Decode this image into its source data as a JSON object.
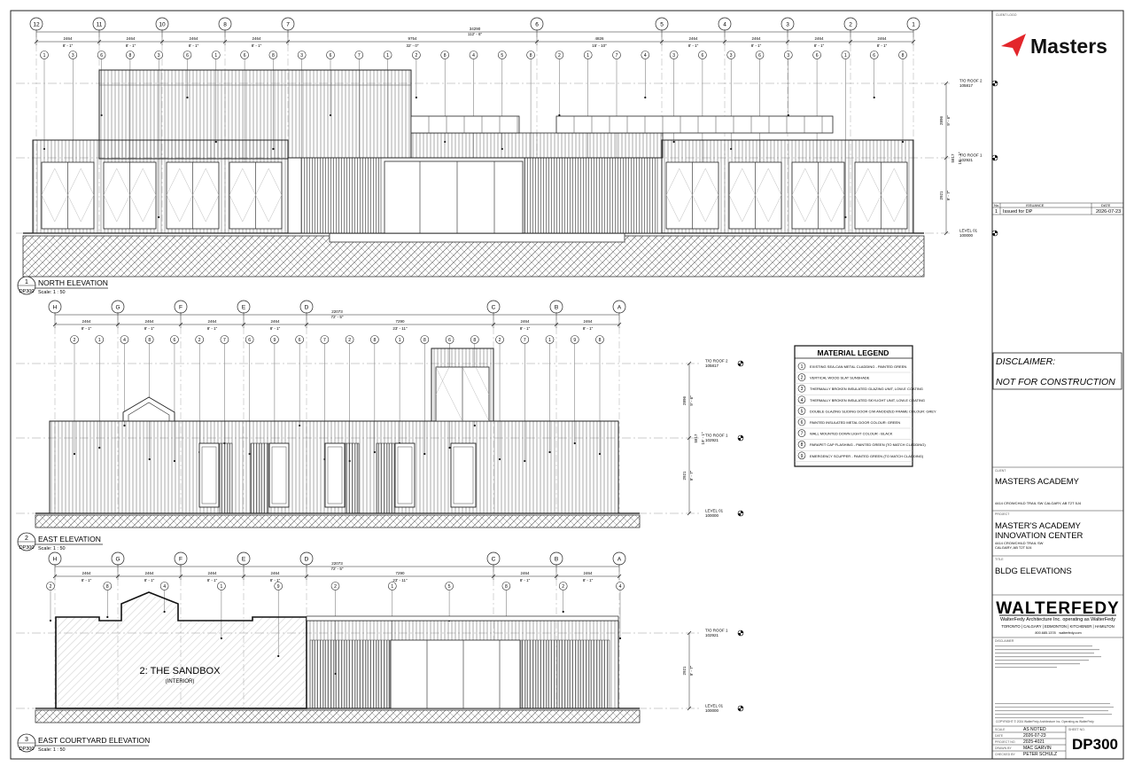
{
  "client_logo_label": "CLIENT LOGO",
  "client_logo_text": "Masters",
  "grids_north": [
    "12",
    "11",
    "10",
    "8",
    "7",
    "6",
    "5",
    "4",
    "3",
    "2",
    "1"
  ],
  "grids_east": [
    "H",
    "G",
    "F",
    "E",
    "D",
    "C",
    "B",
    "A"
  ],
  "north": {
    "title": "NORTH ELEVATION",
    "number": "1",
    "sheet": "DP300",
    "scale": "Scale:  1 : 50",
    "overall_dim_mm": "34290",
    "overall_dim_ft": "112' - 6\"",
    "dims": [
      {
        "mm": "2464",
        "ft": "8' - 1\""
      },
      {
        "mm": "2464",
        "ft": "8' - 1\""
      },
      {
        "mm": "2464",
        "ft": "8' - 1\""
      },
      {
        "mm": "2464",
        "ft": "8' - 1\""
      },
      {
        "mm": "9754",
        "ft": "32' - 0\""
      },
      {
        "mm": "4826",
        "ft": "15' - 10\""
      },
      {
        "mm": "2464",
        "ft": "8' - 1\""
      },
      {
        "mm": "2464",
        "ft": "8' - 1\""
      },
      {
        "mm": "2464",
        "ft": "8' - 1\""
      },
      {
        "mm": "2464",
        "ft": "8' - 1\""
      }
    ],
    "tags": [
      "1",
      "3",
      "6",
      "8",
      "3",
      "6",
      "1",
      "6",
      "8",
      "3",
      "6",
      "7",
      "1",
      "2",
      "8",
      "4",
      "5",
      "8",
      "2",
      "1",
      "7",
      "4",
      "3",
      "6",
      "3",
      "6",
      "3",
      "6",
      "1",
      "6",
      "8"
    ],
    "levels": [
      {
        "name": "T/O ROOF 2",
        "value": "105817"
      },
      {
        "name": "T/O ROOF 1",
        "value": "102921"
      },
      {
        "name": "LEVEL 01",
        "value": "100000"
      }
    ],
    "vdims": [
      {
        "mm": "2896",
        "ft": "9' - 6\""
      },
      {
        "mm": "5817",
        "ft": "19' - 1\""
      },
      {
        "mm": "2921",
        "ft": "9' - 7\""
      }
    ]
  },
  "east": {
    "title": "EAST ELEVATION",
    "number": "2",
    "sheet": "DP300",
    "scale": "Scale:  1 : 50",
    "overall_dim_mm": "22073",
    "overall_dim_ft": "72' - 5\"",
    "dims": [
      {
        "mm": "2464",
        "ft": "8' - 1\""
      },
      {
        "mm": "2464",
        "ft": "8' - 1\""
      },
      {
        "mm": "2464",
        "ft": "8' - 1\""
      },
      {
        "mm": "2464",
        "ft": "8' - 1\""
      },
      {
        "mm": "7290",
        "ft": "23' - 11\""
      },
      {
        "mm": "2464",
        "ft": "8' - 1\""
      },
      {
        "mm": "2464",
        "ft": "8' - 1\""
      }
    ],
    "tags": [
      "2",
      "1",
      "4",
      "8",
      "6",
      "2",
      "7",
      "6",
      "9",
      "6",
      "7",
      "2",
      "8",
      "1",
      "8",
      "6",
      "8",
      "2",
      "7",
      "1",
      "9",
      "8"
    ],
    "levels": [
      {
        "name": "T/O ROOF 2",
        "value": "105817"
      },
      {
        "name": "T/O ROOF 1",
        "value": "102921"
      },
      {
        "name": "LEVEL 01",
        "value": "100000"
      }
    ],
    "vdims": [
      {
        "mm": "2896",
        "ft": "9' - 6\""
      },
      {
        "mm": "5817",
        "ft": "19' - 1\""
      },
      {
        "mm": "2921",
        "ft": "9' - 7\""
      }
    ]
  },
  "courtyard": {
    "title": "EAST COURTYARD ELEVATION",
    "number": "3",
    "sheet": "DP300",
    "scale": "Scale:  1 : 50",
    "overall_dim_mm": "22073",
    "overall_dim_ft": "72' - 5\"",
    "dims": [
      {
        "mm": "2464",
        "ft": "8' - 1\""
      },
      {
        "mm": "2464",
        "ft": "8' - 1\""
      },
      {
        "mm": "2464",
        "ft": "8' - 1\""
      },
      {
        "mm": "2464",
        "ft": "8' - 1\""
      },
      {
        "mm": "7290",
        "ft": "23' - 11\""
      },
      {
        "mm": "2464",
        "ft": "8' - 1\""
      },
      {
        "mm": "2464",
        "ft": "8' - 1\""
      }
    ],
    "tags": [
      "2",
      "8",
      "4",
      "1",
      "9",
      "2",
      "1",
      "5",
      "8",
      "2",
      "4"
    ],
    "sandbox_label": "2: THE SANDBOX",
    "sandbox_sub": "(INTERIOR)",
    "levels": [
      {
        "name": "T/O ROOF 1",
        "value": "102921"
      },
      {
        "name": "LEVEL 01",
        "value": "100000"
      }
    ],
    "vdims": [
      {
        "mm": "2921",
        "ft": "9' - 7\""
      }
    ]
  },
  "legend": {
    "title": "MATERIAL LEGEND",
    "items": [
      {
        "num": "1",
        "text": "EXISTING SEA-CAN METAL CLADDING - PAINTED GREEN"
      },
      {
        "num": "2",
        "text": "VERTICAL WOOD SLAT SUNSHADE"
      },
      {
        "num": "3",
        "text": "THERMALLY BROKEN INSULATED GLAZING UNIT, LOW-E COATING"
      },
      {
        "num": "4",
        "text": "THERMALLY BROKEN INSULATED SKYLIGHT UNIT, LOW-E COATING"
      },
      {
        "num": "5",
        "text": "DOUBLE GLAZING SLIDING DOOR C/W ANODIZED FRAME COLOUR: GREY"
      },
      {
        "num": "6",
        "text": "PAINTED INSULATED METAL DOOR COLOUR: GREEN"
      },
      {
        "num": "7",
        "text": "WALL MOUNTED DOWN LIGHT COLOUR - BLACK"
      },
      {
        "num": "8",
        "text": "PARAPET CAP FLASHING - PAINTED GREEN (TO MATCH CLADDING)"
      },
      {
        "num": "9",
        "text": "EMERGENCY SCUPPER - PAINTED GREEN (TO MATCH CLADDING)"
      }
    ]
  },
  "issuance": {
    "headers": [
      "No.",
      "ISSUANCE",
      "DATE"
    ],
    "rows": [
      {
        "no": "1",
        "issuance": "Issued for DP",
        "date": "2026-07-23"
      }
    ]
  },
  "disclaimer": {
    "title": "DISCLAIMER:",
    "text": "NOT FOR CONSTRUCTION"
  },
  "client": {
    "label": "CLIENT",
    "name": "MASTERS ACADEMY",
    "address": "4414 CROWCHILD TRAIL SW CALGARY, AB T2T 5J4"
  },
  "project": {
    "label": "PROJECT",
    "name_line1": "MASTER'S ACADEMY",
    "name_line2": "INNOVATION CENTER",
    "address_line1": "4414 CROWCHILD TRAIL SW",
    "address_line2": "CALGARY, AB T2T 5J4"
  },
  "title_block": {
    "label": "TITLE",
    "name": "BLDG ELEVATIONS"
  },
  "firm": {
    "name": "WALTERFEDY",
    "tagline": "WalterFedy Architecture Inc. operating as WalterFedy",
    "offices": "TORONTO  |  CALGARY  |  EDMONTON  |  KITCHENER  |  HAMILTON",
    "phone": "800.685.1378",
    "web": "walterfedy.com"
  },
  "fine_print": {
    "disclaimer_label": "DISCLAIMER",
    "copyright": "COPYRIGHT ©  2024 WalterFedy Architecture Inc. Operating as WalterFedy"
  },
  "sheet_info": {
    "scale_label": "SCALE",
    "scale": "AS NOTED",
    "sheet_no_label": "SHEET NO.",
    "date_label": "DATE",
    "date": "2026-07-23",
    "project_no_label": "PROJECT NO.",
    "project_no": "2025-4021",
    "drawn_label": "DRAWN BY",
    "drawn": "MAC GARVIN",
    "checked_label": "CHECKED BY",
    "checked": "PETER SCHULZ",
    "sheet": "DP300"
  },
  "colors": {
    "line": "#1a1a1a",
    "light": "#777777",
    "logo_red": "#e3262b"
  }
}
